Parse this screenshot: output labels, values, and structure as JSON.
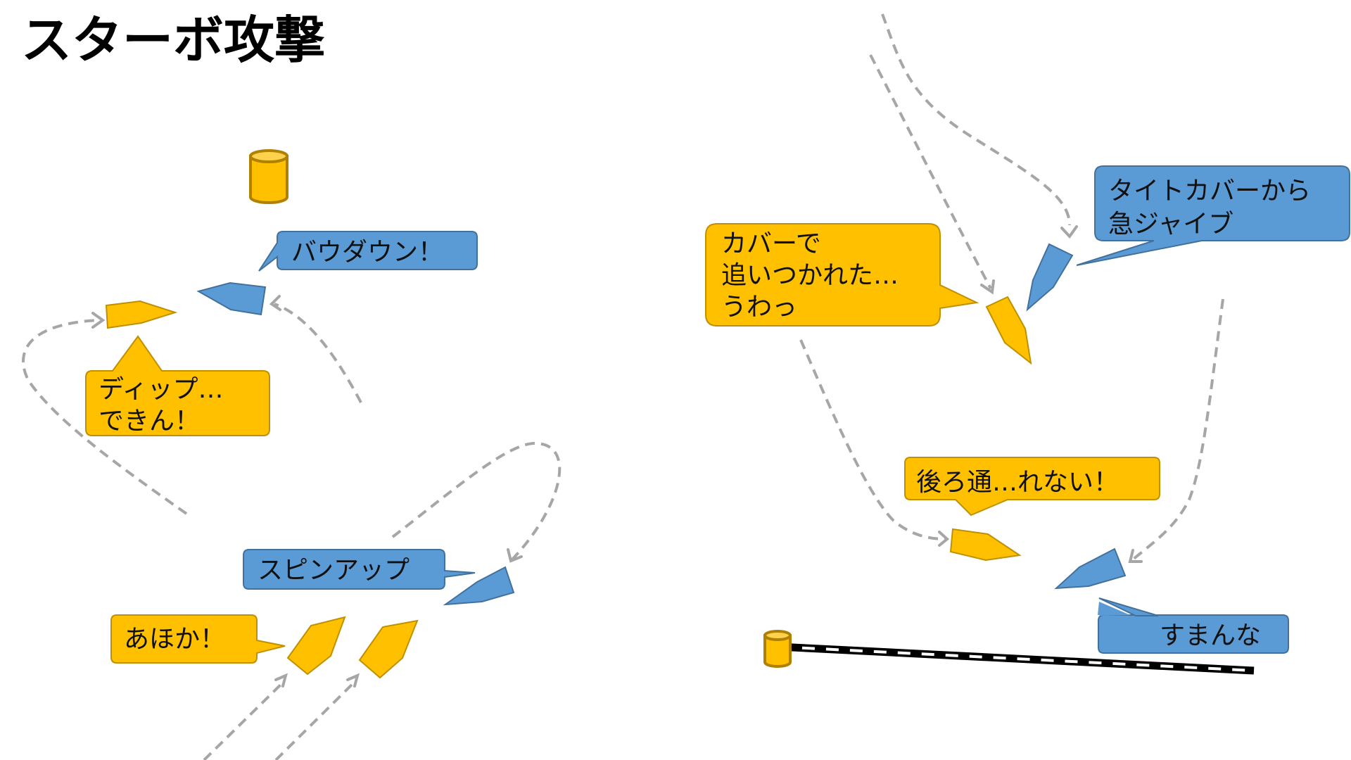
{
  "title": "スターボ攻撃",
  "colors": {
    "yellow_boat": "#ffc000",
    "yellow_stroke": "#c09000",
    "blue_boat": "#5b9bd5",
    "blue_stroke": "#41719c",
    "trail": "#a6a6a6",
    "mark_fill": "#ffc000",
    "mark_stroke": "#b08000"
  },
  "left_scene": {
    "bubbles": {
      "bow_down": "バウダウン！",
      "dip_line1": "ディップ…",
      "dip_line2": "できん！",
      "spin_up": "スピンアップ",
      "ahoka": "あほか！"
    }
  },
  "right_scene": {
    "bubbles": {
      "tight_line1": "タイトカバーから",
      "tight_line2": "急ジャイブ",
      "caught_line1": "カバーで",
      "caught_line2": "追いつかれた…",
      "caught_line3": "うわっ",
      "cant_pass": "後ろ通…れない！",
      "sorry": "すまんな"
    }
  }
}
